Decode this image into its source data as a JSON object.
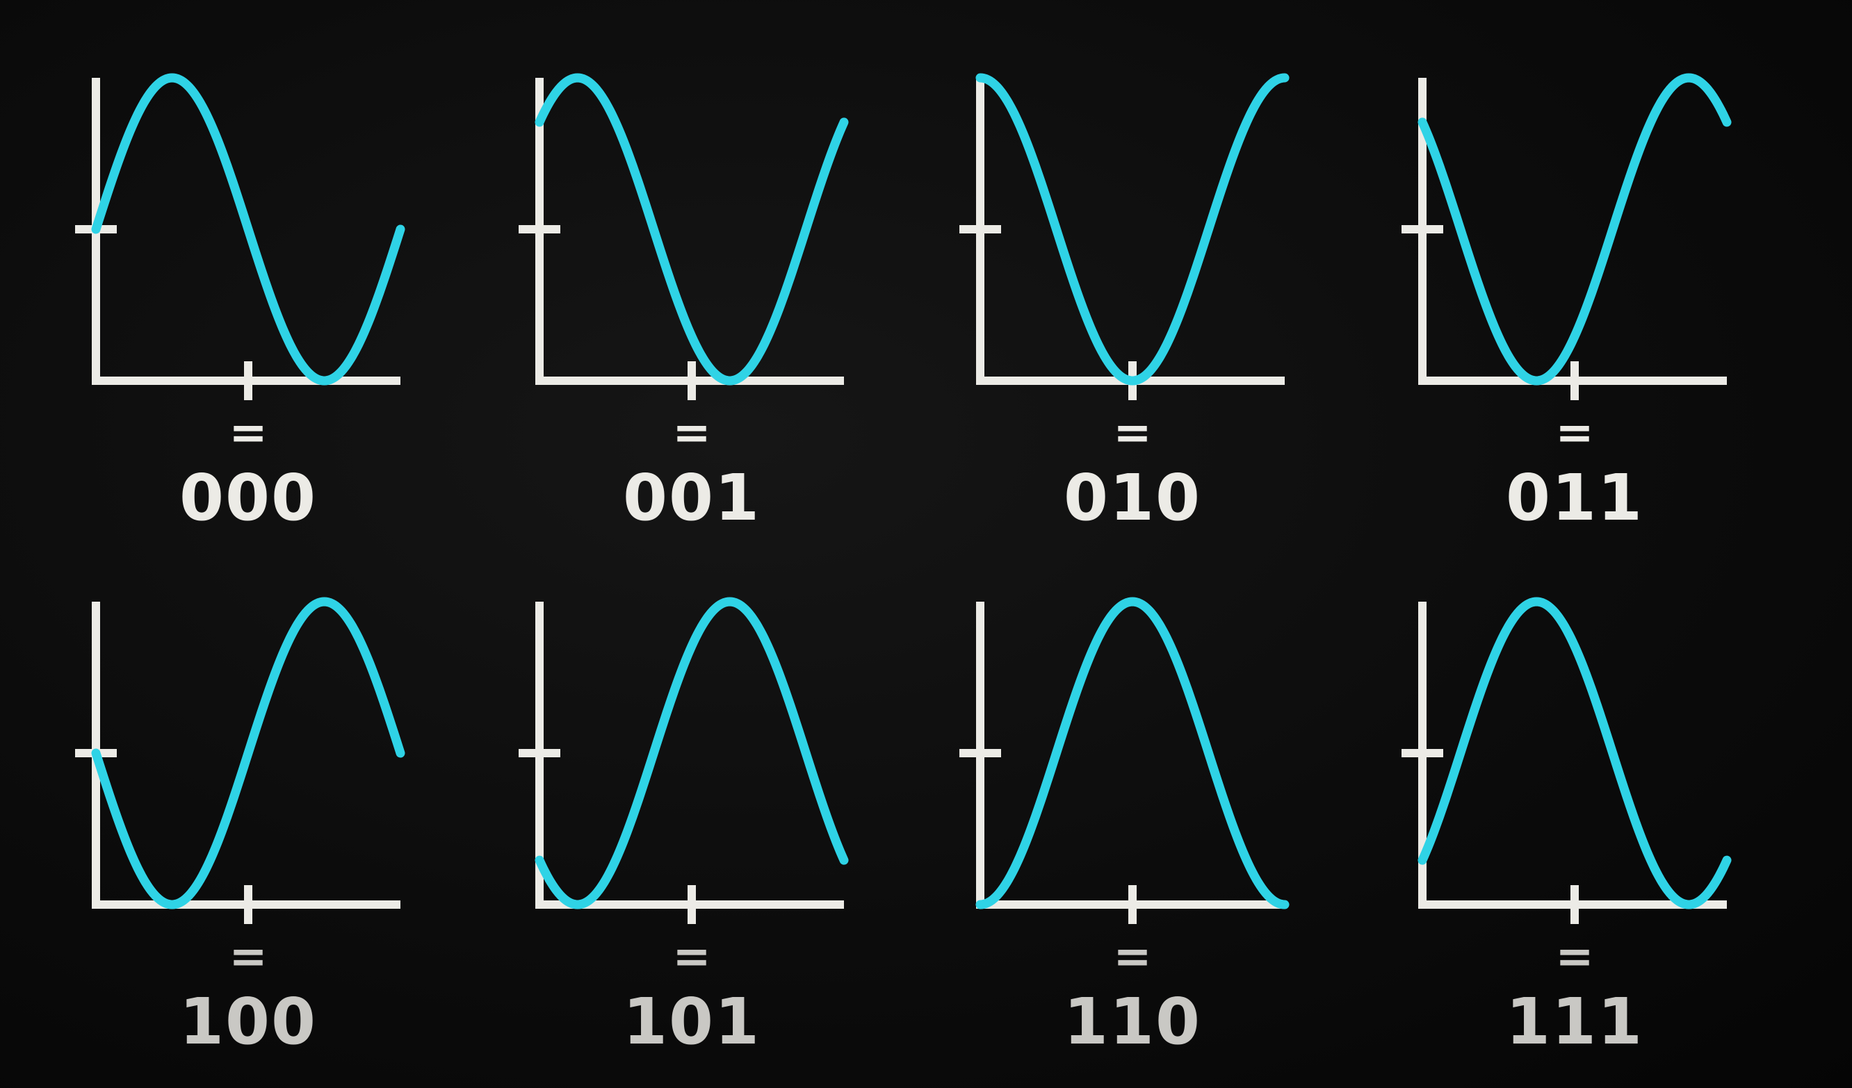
{
  "colors": {
    "background": "#0b0b0b",
    "axis": "#ecebe6",
    "wave": "#2fd3e6",
    "label": "#ecebe6"
  },
  "chart_data": [
    {
      "type": "line",
      "label": "000",
      "separator": "=",
      "phase_deg": 0,
      "x": [
        0,
        0.25,
        0.5,
        0.75,
        1,
        1.25,
        1.5,
        1.75,
        2
      ],
      "ylim": [
        -1,
        1
      ],
      "xlim": [
        0,
        2
      ],
      "grid": false
    },
    {
      "type": "line",
      "label": "001",
      "separator": "=",
      "phase_deg": 45,
      "x": [
        0,
        0.25,
        0.5,
        0.75,
        1,
        1.25,
        1.5,
        1.75,
        2
      ],
      "ylim": [
        -1,
        1
      ],
      "xlim": [
        0,
        2
      ],
      "grid": false
    },
    {
      "type": "line",
      "label": "010",
      "separator": "=",
      "phase_deg": 90,
      "x": [
        0,
        0.25,
        0.5,
        0.75,
        1,
        1.25,
        1.5,
        1.75,
        2
      ],
      "ylim": [
        -1,
        1
      ],
      "xlim": [
        0,
        2
      ],
      "grid": false
    },
    {
      "type": "line",
      "label": "011",
      "separator": "=",
      "phase_deg": 135,
      "x": [
        0,
        0.25,
        0.5,
        0.75,
        1,
        1.25,
        1.5,
        1.75,
        2
      ],
      "ylim": [
        -1,
        1
      ],
      "xlim": [
        0,
        2
      ],
      "grid": false
    },
    {
      "type": "line",
      "label": "100",
      "separator": "=",
      "phase_deg": 180,
      "x": [
        0,
        0.25,
        0.5,
        0.75,
        1,
        1.25,
        1.5,
        1.75,
        2
      ],
      "ylim": [
        -1,
        1
      ],
      "xlim": [
        0,
        2
      ],
      "grid": false
    },
    {
      "type": "line",
      "label": "101",
      "separator": "=",
      "phase_deg": 225,
      "x": [
        0,
        0.25,
        0.5,
        0.75,
        1,
        1.25,
        1.5,
        1.75,
        2
      ],
      "ylim": [
        -1,
        1
      ],
      "xlim": [
        0,
        2
      ],
      "grid": false
    },
    {
      "type": "line",
      "label": "110",
      "separator": "=",
      "phase_deg": 270,
      "x": [
        0,
        0.25,
        0.5,
        0.75,
        1,
        1.25,
        1.5,
        1.75,
        2
      ],
      "ylim": [
        -1,
        1
      ],
      "xlim": [
        0,
        2
      ],
      "grid": false
    },
    {
      "type": "line",
      "label": "111",
      "separator": "=",
      "phase_deg": 315,
      "x": [
        0,
        0.25,
        0.5,
        0.75,
        1,
        1.25,
        1.5,
        1.75,
        2
      ],
      "ylim": [
        -1,
        1
      ],
      "xlim": [
        0,
        2
      ],
      "grid": false
    }
  ]
}
